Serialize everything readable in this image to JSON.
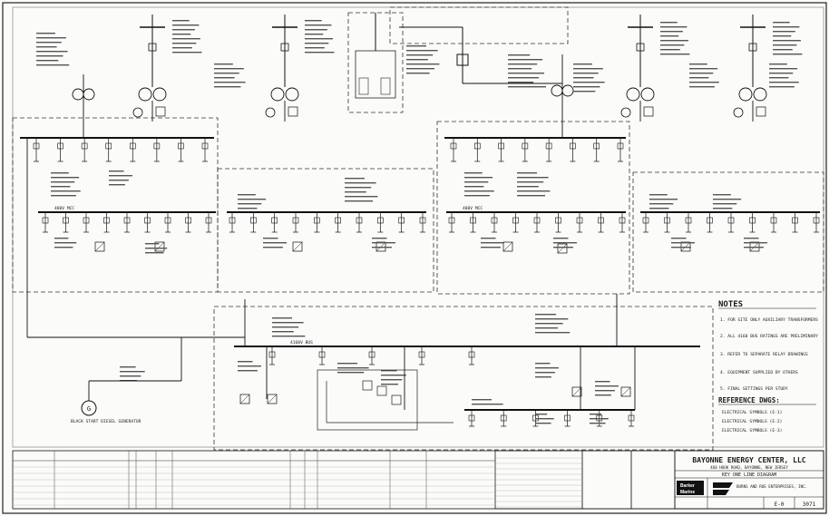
{
  "title_block": {
    "company": "BAYONNE ENERGY CENTER, LLC",
    "address": "460 HOOK ROAD, BAYONNE, NEW JERSEY",
    "drawing_title": "KEY ONE LINE DIAGRAM",
    "firm_name": "BURNS AND ROE ENTERPRISES, INC.",
    "logo_text_1": "Barker",
    "logo_text_2": "Marine",
    "drawing_number": "E-0",
    "sheet_number": "3071"
  },
  "notes": {
    "heading": "NOTES",
    "items": [
      "1. FOR SITE ONLY AUXILIARY TRANSFORMERS",
      "2. ALL 4160 BUS RATINGS ARE PRELIMINARY",
      "3. REFER TO SEPARATE RELAY DRAWINGS",
      "4. EQUIPMENT SUPPLIED BY OTHERS",
      "5. FINAL SETTINGS PER STUDY"
    ]
  },
  "reference": {
    "heading": "REFERENCE DWGS:",
    "items": [
      "ELECTRICAL SYMBOLS (E-1)",
      "ELECTRICAL SYMBOLS (E-2)",
      "ELECTRICAL SYMBOLS (E-3)"
    ]
  },
  "generator": {
    "label": "BLACK START DIESEL GENERATOR"
  },
  "bus_labels": {
    "main": "4160V BUS",
    "left": "480V MCC",
    "right": "480V MCC"
  }
}
